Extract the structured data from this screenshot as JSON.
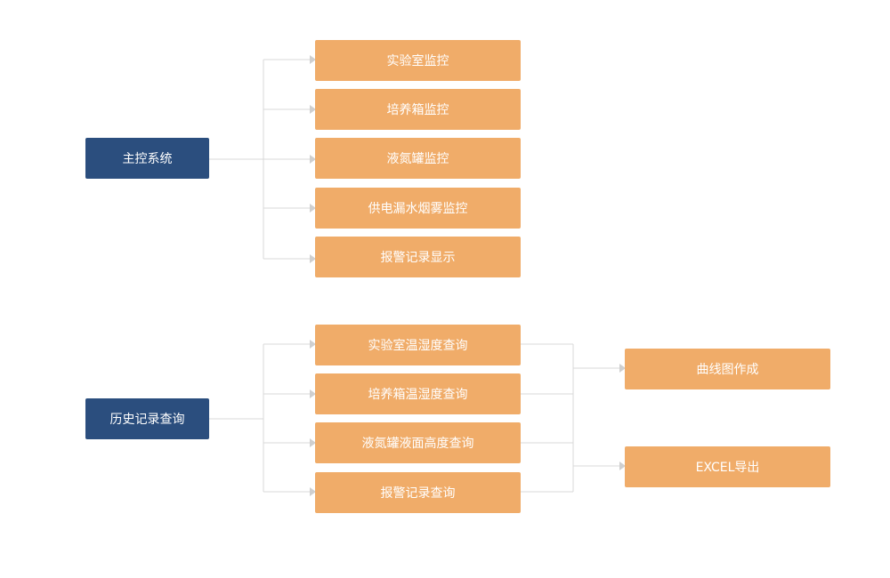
{
  "colors": {
    "root": "#2b4e7e",
    "leaf": "#f0ac69",
    "line": "#d9d9d9",
    "arrow": "#cfcfcf"
  },
  "group1": {
    "root": "主控系统",
    "children": [
      "实验室监控",
      "培养箱监控",
      "液氮罐监控",
      "供电漏水烟雾监控",
      "报警记录显示"
    ]
  },
  "group2": {
    "root": "历史记录查询",
    "children": [
      "实验室温湿度查询",
      "培养箱温湿度查询",
      "液氮罐液面高度查询",
      "报警记录查询"
    ],
    "outputs": [
      "曲线图作成",
      "EXCEL导出"
    ]
  }
}
